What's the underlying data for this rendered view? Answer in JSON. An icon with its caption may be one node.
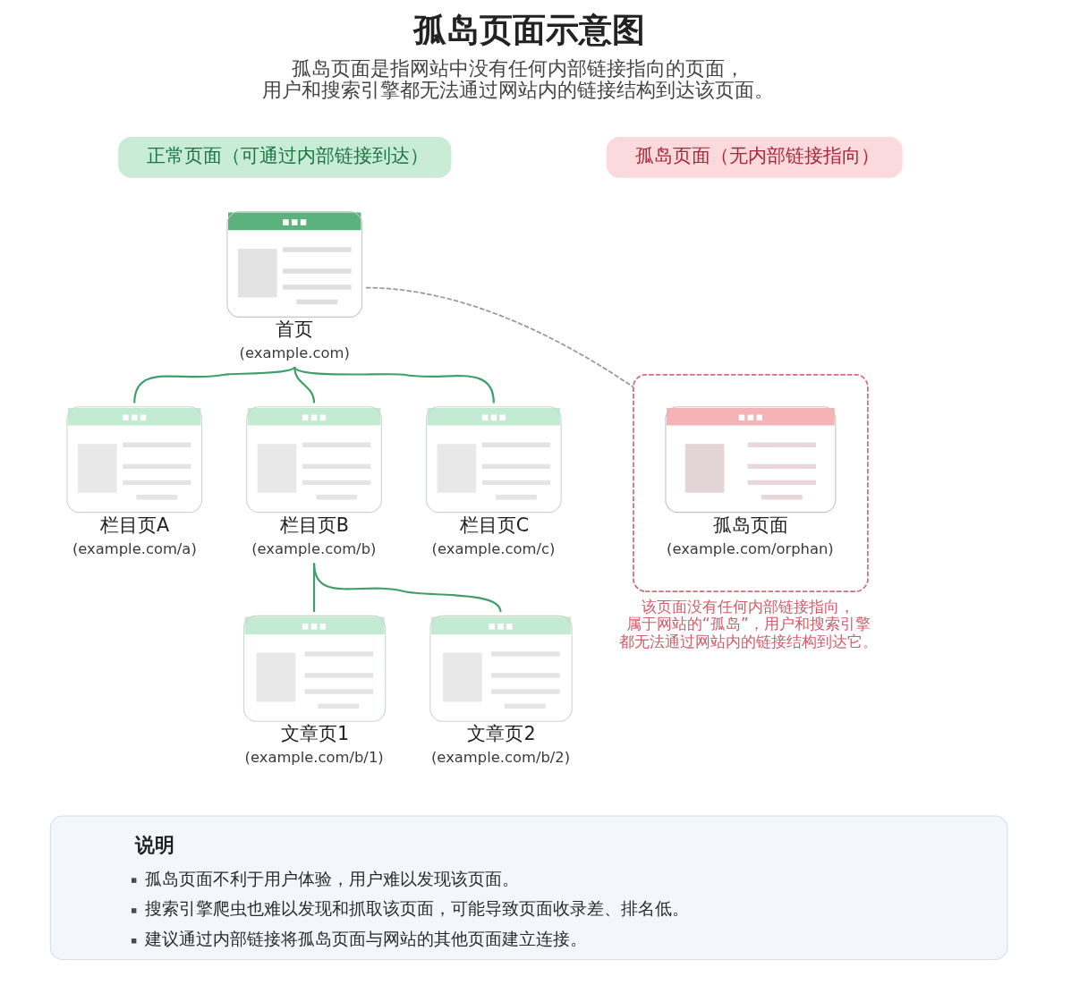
{
  "diagram": {
    "title": "孤岛页面示意图",
    "nodes": [
      {
        "text": [
          "正常页面（可通过内部链接到达）"
        ]
      },
      {
        "text": [
          "孤岛页面（无内部链接指向）"
        ]
      },
      {
        "text": [
          "首页",
          "(example.com)"
        ]
      },
      {
        "text": [],
        "shape": "box",
        "beside": [
          "该页面没有任何内部链接指向，属于网站的“孤岛”，用户和搜索引擎都无法通过网站内的链接结构到达它。"
        ]
      },
      {
        "text": [
          "孤岛页面",
          "(example.com/orphan)"
        ],
        "in": 3
      },
      {
        "text": [
          "栏目页A",
          "(example.com/a)"
        ]
      },
      {
        "text": [
          "栏目页B",
          "(example.com/b)"
        ]
      },
      {
        "text": [
          "栏目页C",
          "(example.com/c)"
        ]
      },
      {
        "text": [
          "文章页1",
          "(example.com/b/1)"
        ]
      },
      {
        "text": [
          "文章页2",
          "(example.com/b/2)"
        ]
      },
      {
        "text": [
          "说明",
          "孤岛页面不利于用户体验，用户难以发现该页面。",
          "搜索引擎爬虫也难以发现和抓取该页面，可能导致页面收录差、排名低。",
          "建议通过内部链接将孤岛页面与网站的其他页面建立连接。"
        ]
      }
    ],
    "edges": [
      {
        "from": 2,
        "to": 5,
        "arrow": "none"
      },
      {
        "from": 2,
        "to": 6,
        "arrow": "none"
      },
      {
        "from": 2,
        "to": 7,
        "arrow": "none"
      },
      {
        "from": 2,
        "to": 3,
        "arrow": "none",
        "style": "dashed",
        "color": "#999999"
      },
      {
        "from": 6,
        "to": 8,
        "arrow": "none"
      },
      {
        "from": 6,
        "to": 9,
        "arrow": "none"
      }
    ],
    "labels": [
      "孤岛页面是指网站中没有任何内部链接指向的页面，用户和搜索引擎都无法通过网站内的链接结构到达该页面。"
    ]
  }
}
